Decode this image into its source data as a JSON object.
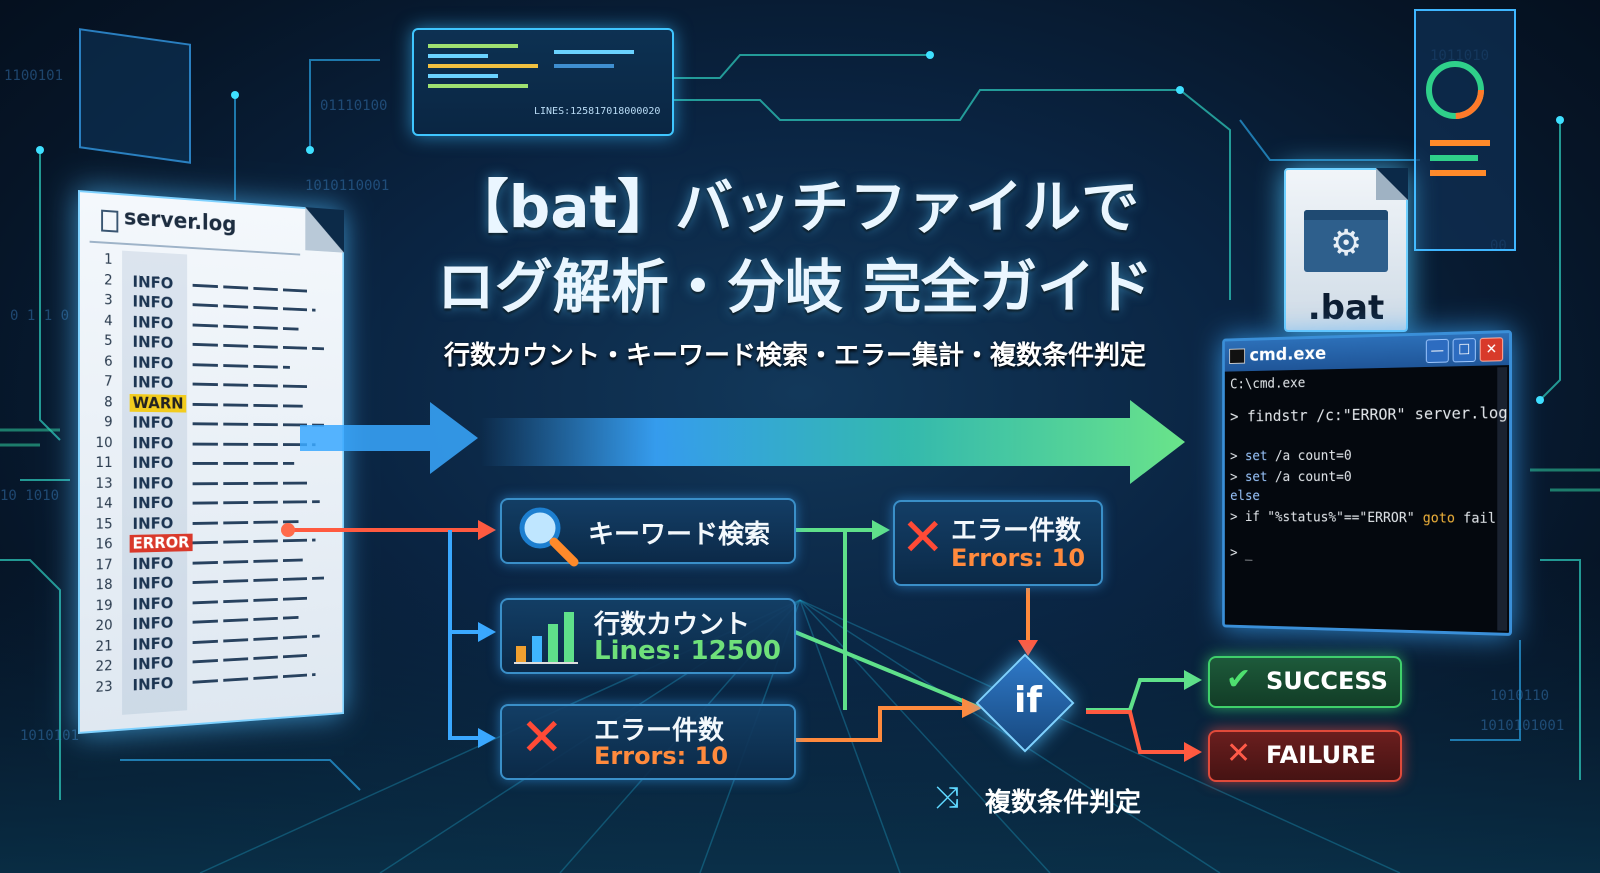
{
  "title_line1": "【bat】バッチファイルで",
  "title_line2": "ログ解析・分岐 完全ガイド",
  "subtitle": "行数カウント・キーワード検索・エラー集計・複数条件判定",
  "log_file": {
    "title": "server.log",
    "lines": [
      {
        "num": "1",
        "level": ""
      },
      {
        "num": "2",
        "level": "INFO"
      },
      {
        "num": "3",
        "level": "INFO"
      },
      {
        "num": "4",
        "level": "INFO"
      },
      {
        "num": "5",
        "level": "INFO"
      },
      {
        "num": "6",
        "level": "INFO"
      },
      {
        "num": "7",
        "level": "INFO"
      },
      {
        "num": "8",
        "level": "WARN"
      },
      {
        "num": "9",
        "level": "INFO"
      },
      {
        "num": "10",
        "level": "INFO"
      },
      {
        "num": "11",
        "level": "INFO"
      },
      {
        "num": "13",
        "level": "INFO"
      },
      {
        "num": "14",
        "level": "INFO"
      },
      {
        "num": "15",
        "level": "INFO"
      },
      {
        "num": "16",
        "level": "ERROR"
      },
      {
        "num": "17",
        "level": "INFO"
      },
      {
        "num": "18",
        "level": "INFO"
      },
      {
        "num": "19",
        "level": "INFO"
      },
      {
        "num": "20",
        "level": "INFO"
      },
      {
        "num": "21",
        "level": "INFO"
      },
      {
        "num": "22",
        "level": "INFO"
      },
      {
        "num": "23",
        "level": "INFO"
      }
    ]
  },
  "top_screen_text": "LINES:125817018000020",
  "bat_file_label": ".bat",
  "cmd": {
    "title": "cmd.exe",
    "line1": "C:\\cmd.exe",
    "line2_prompt": ">",
    "line2": "findstr /c:\"ERROR\" server.log",
    "line3_prompt": ">",
    "line3_kw": "set",
    "line3": "/a count=0",
    "line4_prompt": ">",
    "line4_kw": "set",
    "line4": "/a count=0",
    "line5": "else",
    "line6_prompt": ">",
    "line6": "if \"%status%\"==\"ERROR\"",
    "line6_kw": "goto",
    "line6_end": "fail",
    "line7_prompt": ">",
    "cursor": "_"
  },
  "flow": {
    "keyword_search": "キーワード検索",
    "line_count_label": "行数カウント",
    "line_count_value": "Lines: 12500",
    "error_count_label": "エラー件数",
    "error_count_value": "Errors: 10",
    "error_count_top_label": "エラー件数",
    "error_count_top_value": "Errors: 10",
    "if_label": "if",
    "success": "SUCCESS",
    "failure": "FAILURE",
    "multi_condition": "複数条件判定"
  },
  "colors": {
    "accent_blue": "#3fc6ff",
    "success_green": "#3fd06a",
    "failure_red": "#e04a3a",
    "error_orange": "#ff8a3d",
    "arrow_green": "#5fe08a"
  },
  "icons": {
    "search": "magnifier-icon",
    "chart": "bar-chart-icon",
    "error": "x-mark-icon",
    "check": "check-icon",
    "shuffle": "shuffle-icon",
    "gear": "gear-icon"
  }
}
